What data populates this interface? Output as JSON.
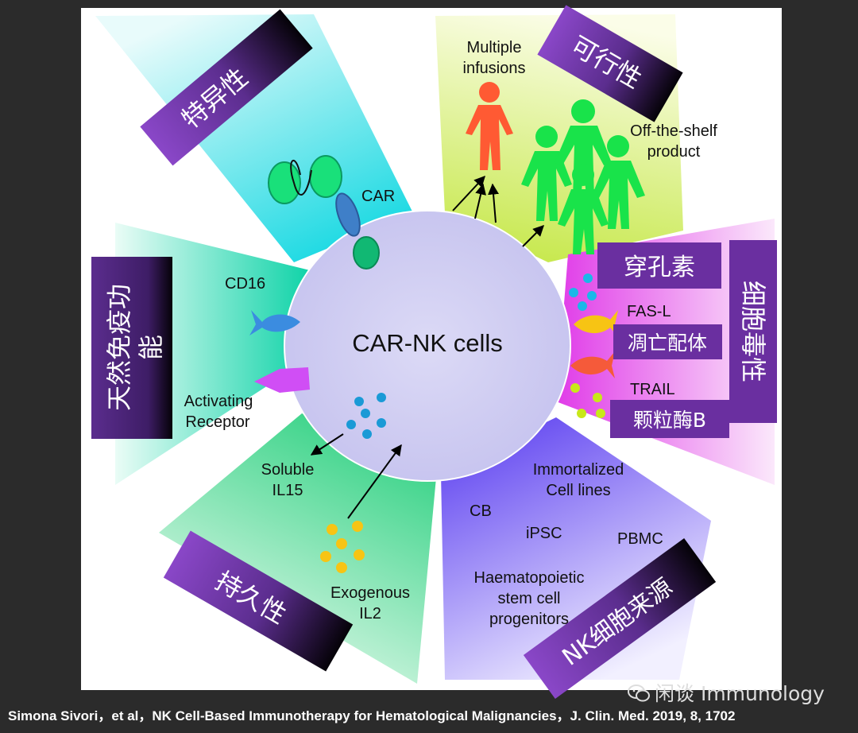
{
  "center_label": "CAR-NK cells",
  "receptors": {
    "car": "CAR",
    "cd16": "CD16",
    "activating_line1": "Activating",
    "activating_line2": "Receptor",
    "soluble_line1": "Soluble",
    "soluble_line2": "IL15",
    "exogenous_line1": "Exogenous",
    "exogenous_line2": "IL2",
    "fasl": "FAS-L",
    "trail": "TRAIL",
    "multiple_line1": "Multiple",
    "multiple_line2": "infusions",
    "offshelf_line1": "Off-the-shelf",
    "offshelf_line2": "product"
  },
  "sources": {
    "immortalized_line1": "Immortalized",
    "immortalized_line2": "Cell lines",
    "cb": "CB",
    "ipsc": "iPSC",
    "pbmc": "PBMC",
    "haema_line1": "Haematopoietic",
    "haema_line2": "stem cell",
    "haema_line3": "progenitors"
  },
  "banners": {
    "specificity": "特异性",
    "feasibility": "可行性",
    "innate_line1": "天然免疫功",
    "innate_line2": "能",
    "cytotoxicity": "细胞毒性",
    "perforin": "穿孔素",
    "apoptosis_ligand": "凋亡配体",
    "granzyme": "颗粒酶B",
    "persistence": "持久性",
    "nk_source": "NK细胞来源"
  },
  "watermark": "闲谈 Immunology",
  "citation": "Simona Sivori，et al，NK Cell-Based Immunotherapy for Hematological Malignancies，J. Clin. Med. 2019, 8, 1702",
  "colors": {
    "background": "#2b2b2b",
    "banner_purple": "#5b2d8e",
    "cell_fill": "#cfcdf0",
    "person_red": "#ff5a33",
    "person_green": "#19e34a"
  }
}
